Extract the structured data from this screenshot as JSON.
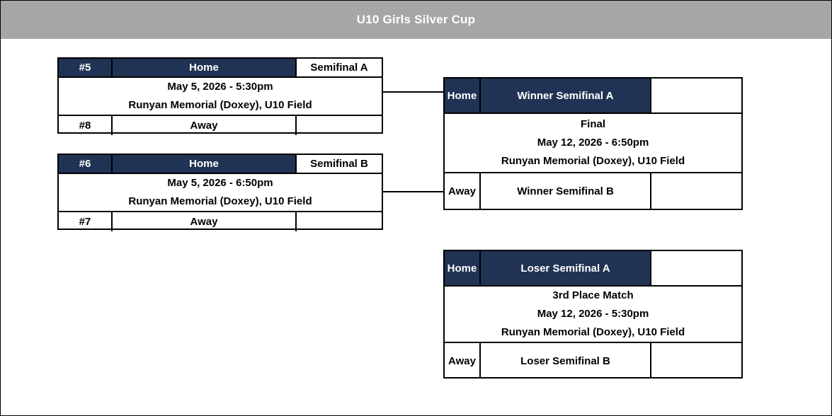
{
  "header": {
    "title": "U10 Girls Silver Cup"
  },
  "colors": {
    "title_bar_bg": "#a6a6a6",
    "cell_navy": "#203354",
    "border": "#000000",
    "title_text": "#ffffff"
  },
  "matches": {
    "semifinal_a": {
      "home_seed": "#5",
      "home_label": "Home",
      "match_label": "Semifinal A",
      "datetime": "May 5, 2026 - 5:30pm",
      "venue": "Runyan Memorial (Doxey), U10 Field",
      "away_seed": "#8",
      "away_label": "Away"
    },
    "semifinal_b": {
      "home_seed": "#6",
      "home_label": "Home",
      "match_label": "Semifinal B",
      "datetime": "May 5, 2026 - 6:50pm",
      "venue": "Runyan Memorial (Doxey), U10 Field",
      "away_seed": "#7",
      "away_label": "Away"
    },
    "final": {
      "home_label": "Home",
      "home_team": "Winner Semifinal A",
      "title": "Final",
      "datetime": "May 12, 2026 - 6:50pm",
      "venue": "Runyan Memorial (Doxey), U10 Field",
      "away_label": "Away",
      "away_team": "Winner Semifinal B"
    },
    "third_place": {
      "home_label": "Home",
      "home_team": "Loser Semifinal A",
      "title": "3rd Place Match",
      "datetime": "May 12, 2026 - 5:30pm",
      "venue": "Runyan Memorial (Doxey), U10 Field",
      "away_label": "Away",
      "away_team": "Loser Semifinal B"
    }
  }
}
